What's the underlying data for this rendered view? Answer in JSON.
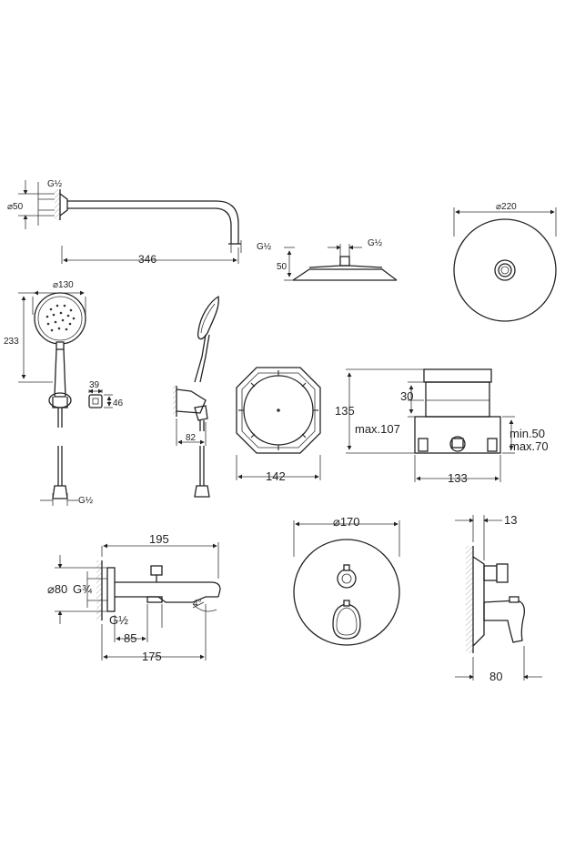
{
  "shower_arm": {
    "dia": "⌀50",
    "thread_wall": "G½",
    "length": "346",
    "thread_end": "G½"
  },
  "head_side": {
    "height": "50",
    "thread": "G½"
  },
  "head_top": {
    "dia": "⌀220"
  },
  "hand_shower": {
    "dia": "⌀130",
    "length": "233",
    "thread": "G½"
  },
  "holder": {
    "width": "39",
    "height": "46"
  },
  "hand_side": {
    "depth": "82"
  },
  "box_front": {
    "size": "142"
  },
  "box_side": {
    "height": "135",
    "cover": "30",
    "max_depth": "max.107",
    "min": "min.50",
    "max": "max.70",
    "width": "133"
  },
  "spout": {
    "length": "195",
    "dia": "⌀80",
    "thread_wall": "G¾",
    "thread_inlet": "G½",
    "offset": "85",
    "total": "175",
    "angle": "4°"
  },
  "mixer_front": {
    "dia": "⌀170"
  },
  "mixer_side": {
    "top": "13",
    "depth": "80"
  }
}
